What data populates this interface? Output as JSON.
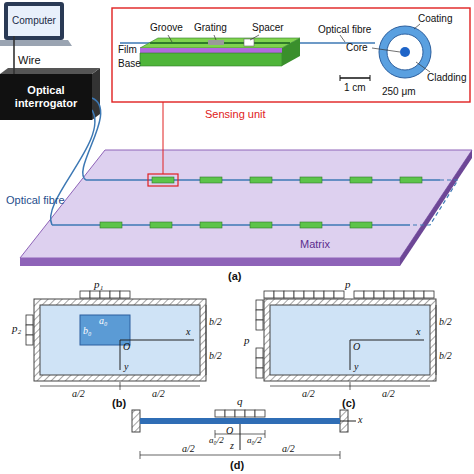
{
  "diagram": {
    "nodes": [
      {
        "text": [
          "Computer"
        ]
      },
      {
        "text": [
          "Optical interrogator"
        ]
      }
    ],
    "edges": [
      {
        "from": 0,
        "to": 1,
        "arrow": "none"
      }
    ],
    "labels": [
      "Groove",
      "Grating",
      "Spacer",
      "Optical fibre",
      "Film",
      "Base",
      "1 cm",
      "Coating",
      "Core",
      "Cladding",
      "250 μm",
      "Sensing unit",
      "Wire",
      "Optical fibre",
      "Matrix",
      "(a)",
      "p₁",
      "p₂",
      "a₀",
      "b₀",
      "O",
      "x",
      "y",
      "b/2",
      "b/2",
      "a/2",
      "a/2",
      "(b)",
      "p",
      "p",
      "O",
      "x",
      "y",
      "b/2",
      "b/2",
      "a/2",
      "a/2",
      "(c)",
      "q",
      "O",
      "z",
      "a₀/2",
      "a₀/2",
      "a/2",
      "a/2",
      "x",
      "(d)"
    ]
  }
}
